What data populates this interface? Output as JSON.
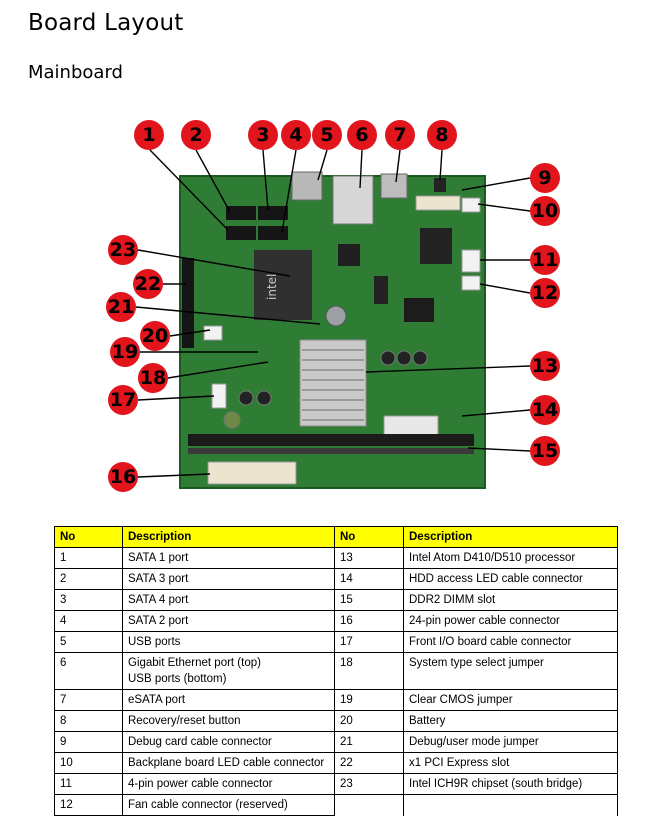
{
  "page": {
    "title": "Board Layout",
    "subtitle": "Mainboard"
  },
  "figure": {
    "callouts": [
      "1",
      "2",
      "3",
      "4",
      "5",
      "6",
      "7",
      "8",
      "9",
      "10",
      "11",
      "12",
      "13",
      "14",
      "15",
      "16",
      "17",
      "18",
      "19",
      "20",
      "21",
      "22",
      "23"
    ],
    "chip_label": "intel",
    "colors": {
      "board": "#2f7d34",
      "callout": "#e2141c",
      "heatsink": "#c9c9c9",
      "dimm": "#1b1b1b"
    }
  },
  "table": {
    "headers": [
      "No",
      "Description",
      "No",
      "Description"
    ],
    "rows": [
      [
        "1",
        "SATA 1 port",
        "13",
        "Intel Atom D410/D510 processor"
      ],
      [
        "2",
        "SATA 3 port",
        "14",
        "HDD access LED cable connector"
      ],
      [
        "3",
        "SATA 4 port",
        "15",
        "DDR2 DIMM slot"
      ],
      [
        "4",
        "SATA 2 port",
        "16",
        "24-pin power cable connector"
      ],
      [
        "5",
        "USB ports",
        "17",
        "Front I/O board cable connector"
      ],
      [
        "6",
        "Gigabit Ethernet port (top)\nUSB ports (bottom)",
        "18",
        "System type select jumper"
      ],
      [
        "7",
        "eSATA port",
        "19",
        "Clear CMOS jumper"
      ],
      [
        "8",
        "Recovery/reset button",
        "20",
        "Battery"
      ],
      [
        "9",
        "Debug card cable connector",
        "21",
        "Debug/user mode jumper"
      ],
      [
        "10",
        "Backplane board LED cable connector",
        "22",
        "x1 PCI Express slot"
      ],
      [
        "11",
        "4-pin power cable connector",
        "23",
        "Intel ICH9R chipset (south bridge)"
      ],
      [
        "12",
        "Fan cable connector (reserved)",
        "",
        ""
      ]
    ]
  }
}
